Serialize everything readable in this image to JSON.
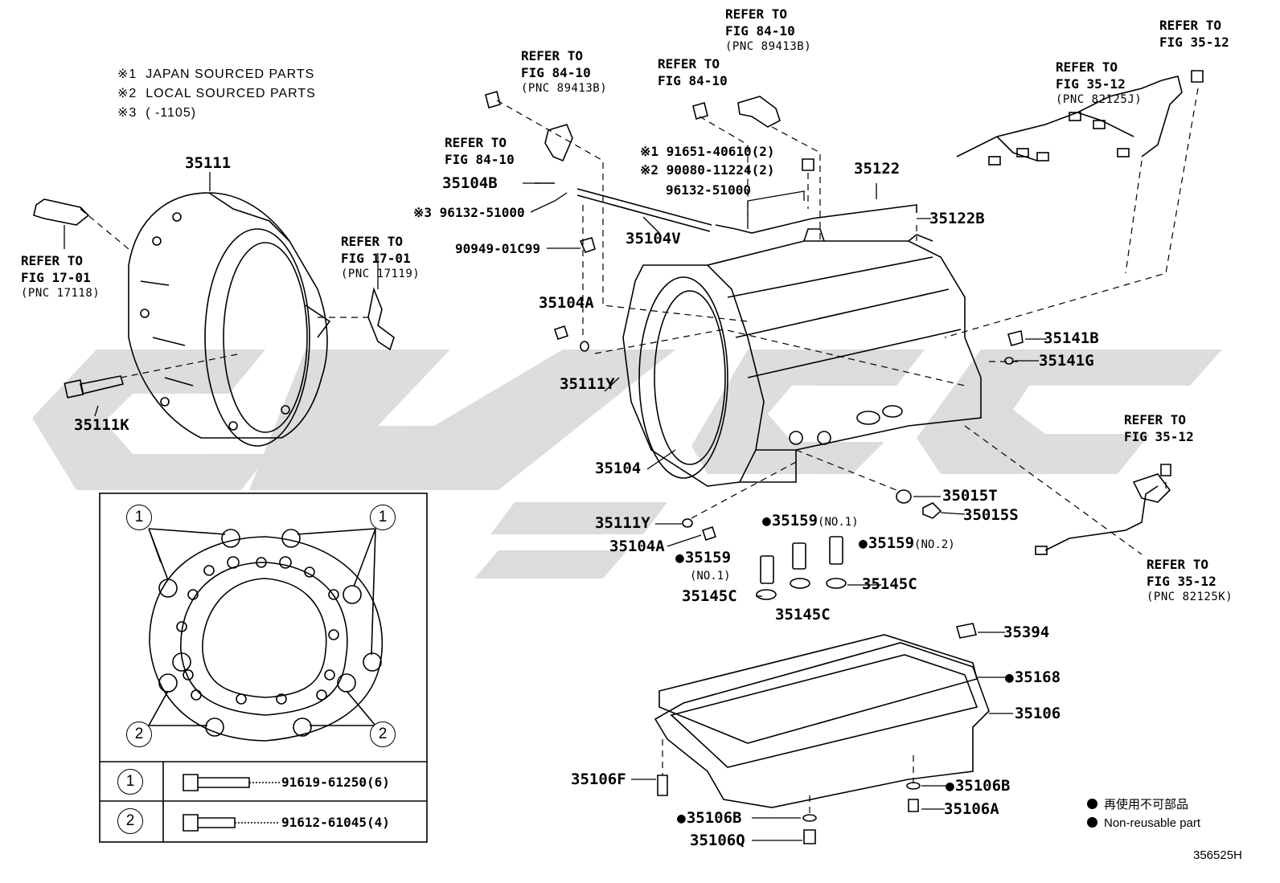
{
  "notes": [
    {
      "mark": "※1",
      "text": "JAPAN SOURCED PARTS"
    },
    {
      "mark": "※2",
      "text": "LOCAL SOURCED PARTS"
    },
    {
      "mark": "※3",
      "text": "(     -1105)"
    }
  ],
  "refs": {
    "fig1701_a": {
      "l1": "REFER TO",
      "l2": "FIG 17-01",
      "l3": "(PNC 17118)"
    },
    "fig1701_b": {
      "l1": "REFER TO",
      "l2": "FIG 17-01",
      "l3": "(PNC 17119)"
    },
    "fig8410_a": {
      "l1": "REFER TO",
      "l2": "FIG 84-10",
      "l3": "(PNC 89413B)"
    },
    "fig8410_b": {
      "l1": "REFER TO",
      "l2": "FIG 84-10"
    },
    "fig8410_c": {
      "l1": "REFER TO",
      "l2": "FIG 84-10"
    },
    "fig8410_d": {
      "l1": "REFER TO",
      "l2": "FIG 84-10",
      "l3": "(PNC 89413B)"
    },
    "fig3512_a": {
      "l1": "REFER TO",
      "l2": "FIG 35-12"
    },
    "fig3512_b": {
      "l1": "REFER TO",
      "l2": "FIG 35-12",
      "l3": "(PNC 82125J)"
    },
    "fig3512_c": {
      "l1": "REFER TO",
      "l2": "FIG 35-12"
    },
    "fig3512_d": {
      "l1": "REFER TO",
      "l2": "FIG 35-12",
      "l3": "(PNC 82125K)"
    }
  },
  "parts": {
    "p35111": "35111",
    "p35111k": "35111K",
    "p35104b": "35104B",
    "p96132_x3": "※3 96132-51000",
    "p90949": "90949-01C99",
    "p35104v": "35104V",
    "p91651": "※1 91651-40610(2)",
    "p90080": "※2 90080-11224(2)",
    "p96132": "96132-51000",
    "p35122": "35122",
    "p35122b": "35122B",
    "p35104a_1": "35104A",
    "p35111y_1": "35111Y",
    "p35104": "35104",
    "p35141b": "35141B",
    "p35141g": "35141G",
    "p35015t": "35015T",
    "p35015s": "35015S",
    "p35111y_2": "35111Y",
    "p35104a_2": "35104A",
    "p35159_a": "35159",
    "p35159_a_note": "(NO.1)",
    "p35159_b": "35159",
    "p35159_b_note": "(NO.2)",
    "p35159_c": "35159",
    "p35159_c_note": "(NO.1)",
    "p35145c_a": "35145C",
    "p35145c_b": "35145C",
    "p35145c_c": "35145C",
    "p35394": "35394",
    "p35168": "35168",
    "p35106": "35106",
    "p35106f": "35106F",
    "p35106b_1": "35106B",
    "p35106a": "35106A",
    "p35106b_2": "35106B",
    "p35106q": "35106Q"
  },
  "bolt_table": {
    "callout_1": "1",
    "callout_2": "2",
    "rows": [
      {
        "num": "1",
        "part": "91619-61250(6)"
      },
      {
        "num": "2",
        "part": "91612-61045(4)"
      }
    ]
  },
  "legend": {
    "jp": "再使用不可部品",
    "en": "Non-reusable part"
  },
  "figure_id": "356525H",
  "watermark_color": "#d9d9d9"
}
